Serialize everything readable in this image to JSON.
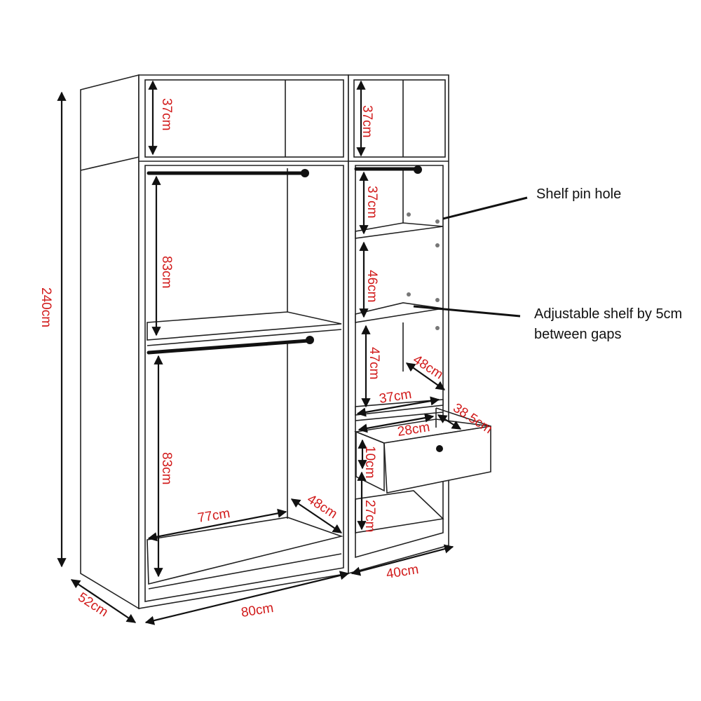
{
  "dimensions": {
    "height_total": "240cm",
    "depth_total": "52cm",
    "width_left": "80cm",
    "width_right": "40cm",
    "left_top_compartment": "37cm",
    "right_top_compartment": "37cm",
    "left_upper_hanging": "83cm",
    "left_lower_hanging": "83cm",
    "left_inner_width": "77cm",
    "left_inner_depth": "48cm",
    "right_shelf_1": "37cm",
    "right_shelf_2": "46cm",
    "right_shelf_3": "47cm",
    "right_inner_depth": "48cm",
    "right_inner_width": "37cm",
    "drawer_depth": "38.5cm",
    "drawer_width": "28cm",
    "drawer_height": "10cm",
    "bottom_compartment": "27cm"
  },
  "callouts": {
    "shelf_pin_hole": "Shelf pin hole",
    "adjustable_shelf_line1": "Adjustable shelf by 5cm",
    "adjustable_shelf_line2": "between gaps"
  },
  "colors": {
    "dimension_text": "#d11a1a",
    "lines": "#222222"
  }
}
